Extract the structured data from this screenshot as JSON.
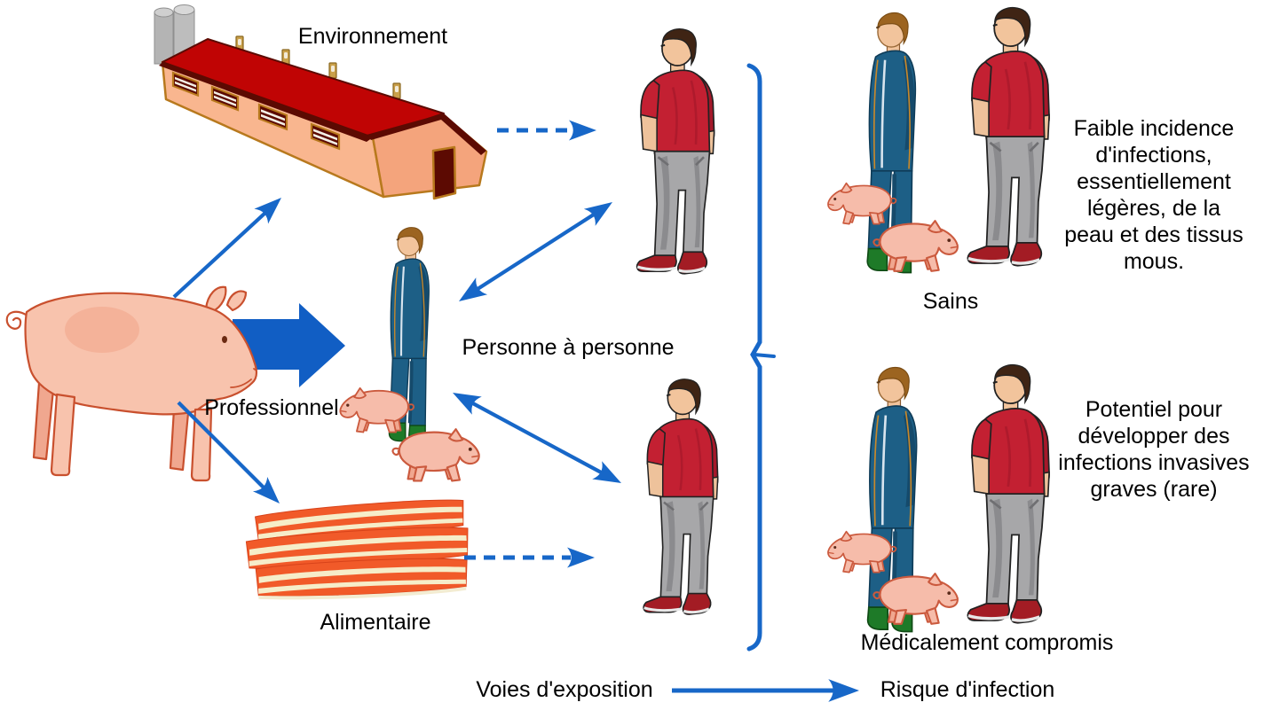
{
  "labels": {
    "environment": "Environnement",
    "professional": "Professionnel",
    "food": "Alimentaire",
    "person_to_person": "Personne à personne",
    "healthy_group": "Sains",
    "compromised_group": "Médicalement compromis",
    "exposure_routes": "Voies d'exposition",
    "infection_risk": "Risque d'infection"
  },
  "outcomes": {
    "healthy_lines": [
      "Faible incidence",
      "d'infections,",
      "essentiellement",
      "légères, de la",
      "peau et des tissus",
      "mous."
    ],
    "compromised_lines": [
      "Potentiel pour",
      "développer des",
      "infections invasives",
      "graves (rare)"
    ]
  },
  "icons": {
    "source": "pig-icon",
    "environment_route": "barn-icon",
    "professional_route": "farmer-icon",
    "food_route": "bacon-icon",
    "exposed_person": "man-icon",
    "piglets": "piglet-icon"
  },
  "colors": {
    "arrow_blue": "#1767c8",
    "block_arrow_blue": "#115ec4",
    "barn_roof_red": "#c00404",
    "barn_trim_dark": "#5c0a02",
    "barn_wall_peach": "#f9b68f",
    "pig_pink": "#f8c3ad",
    "pig_outline": "#c9502e",
    "coverall_blue": "#1d5f86",
    "boots_green": "#1e7a28",
    "shirt_red": "#c32032",
    "pants_gray": "#a7a7a9",
    "bacon_orange": "#f15a29",
    "bacon_fat_cream": "#f6edc9",
    "text_black": "#000000"
  }
}
